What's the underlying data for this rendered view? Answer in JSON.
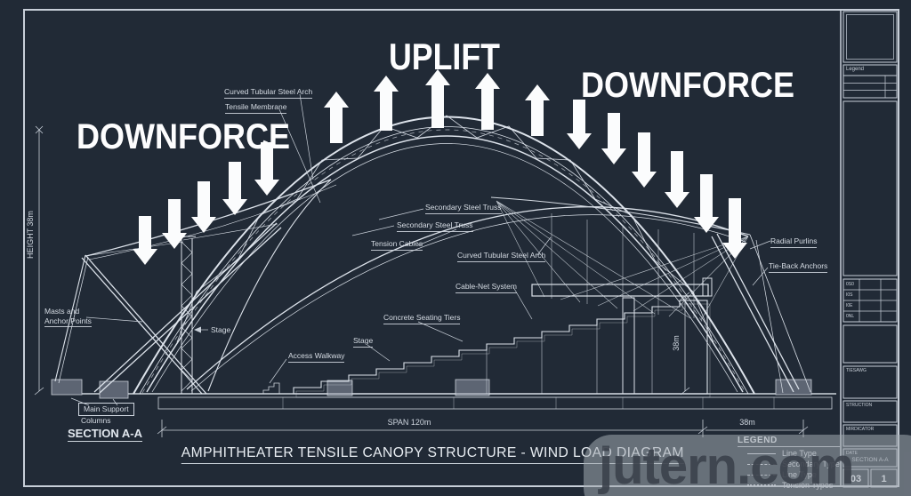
{
  "sheet": {
    "big_labels": {
      "uplift": "UPLIFT",
      "downforce_left": "DOWNFORCE",
      "downforce_right": "DOWNFORCE"
    },
    "title": "AMPHITHEATER TENSILE CANOPY STRUCTURE - WIND LOAD DIAGRAM",
    "section_label": "SECTION A-A"
  },
  "labels": {
    "arch_top": "Curved Tubular Steel Arch",
    "tensile_membrane": "Tensile Membrane",
    "secondary_truss_1": "Secondary Steel Truss",
    "secondary_truss_2": "Secondary Steel Truss",
    "tension_cables": "Tension Cables",
    "arch_mid": "Curved Tubular Steel Arch",
    "cable_net": "Cable-Net System",
    "seating_tiers": "Concrete Seating Tiers",
    "stage_left": "Stage",
    "stage_right": "Stage",
    "access_walkway": "Access Walkway",
    "radial_purlins": "Radial Purlins",
    "tie_back_anchors": "Tie-Back Anchors",
    "masts_line1": "Masts and",
    "masts_line2": "Anchor Points",
    "main_support_line1": "Main Support",
    "main_support_line2": "Columns"
  },
  "dimensions": {
    "height": "HEIGHT 38m",
    "span": "SPAN 120m",
    "offset_right": "38m",
    "seating_height": "38m"
  },
  "legend": {
    "title": "LEGEND",
    "items": [
      {
        "label": "Line Type",
        "style": "solid"
      },
      {
        "label": "Secondary Type",
        "style": "dashed"
      },
      {
        "label": "Line Type",
        "style": "dashed"
      },
      {
        "label": "Tension Types",
        "style": "dotted"
      }
    ]
  },
  "title_block": {
    "legend_label": "Legend",
    "rev_rows": [
      "0S0",
      "I0S",
      "I0E",
      "0NL"
    ],
    "field_1": "TIESAWG",
    "field_2": "STRUCTION",
    "field_3": "MIRDICATOR",
    "date_label": "DATE",
    "section_ref": "SECTION A-A",
    "sheet_no": "03",
    "page_no": "1"
  },
  "watermark": "jutern.com",
  "colors": {
    "background": "#212a36",
    "line": "#dde3eb",
    "bright": "#ffffff",
    "foundation_gray": "#5d6573",
    "watermark_band": "#a3a9b1",
    "watermark_text": "#3f4650"
  }
}
